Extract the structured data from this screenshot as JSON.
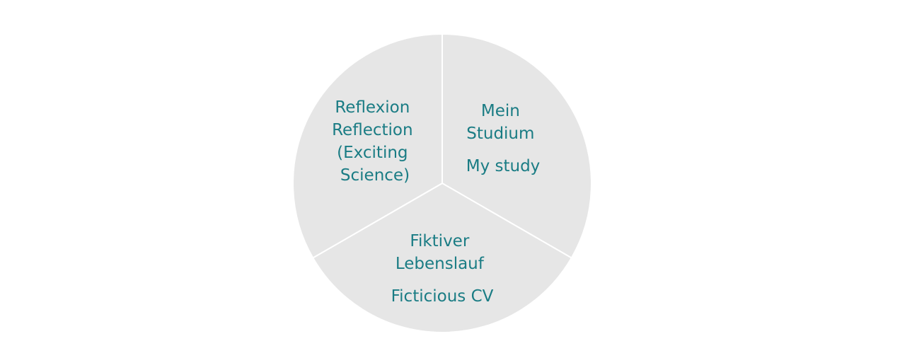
{
  "diagram": {
    "type": "pie",
    "fill_color": "#e6e6e6",
    "divider_color": "#ffffff",
    "text_color": "#1a7c84",
    "segments": [
      {
        "id": "reflexion",
        "share": 0.3333,
        "lines": [
          "Reflexion",
          "Reflection",
          "(Exciting",
          "Science)"
        ]
      },
      {
        "id": "studium",
        "share": 0.3333,
        "lines": [
          "Mein",
          "Studium",
          "",
          "My study"
        ]
      },
      {
        "id": "lebenslauf",
        "share": 0.3333,
        "lines": [
          "Fiktiver",
          "Lebenslauf",
          "",
          "Ficticious CV"
        ]
      }
    ]
  }
}
